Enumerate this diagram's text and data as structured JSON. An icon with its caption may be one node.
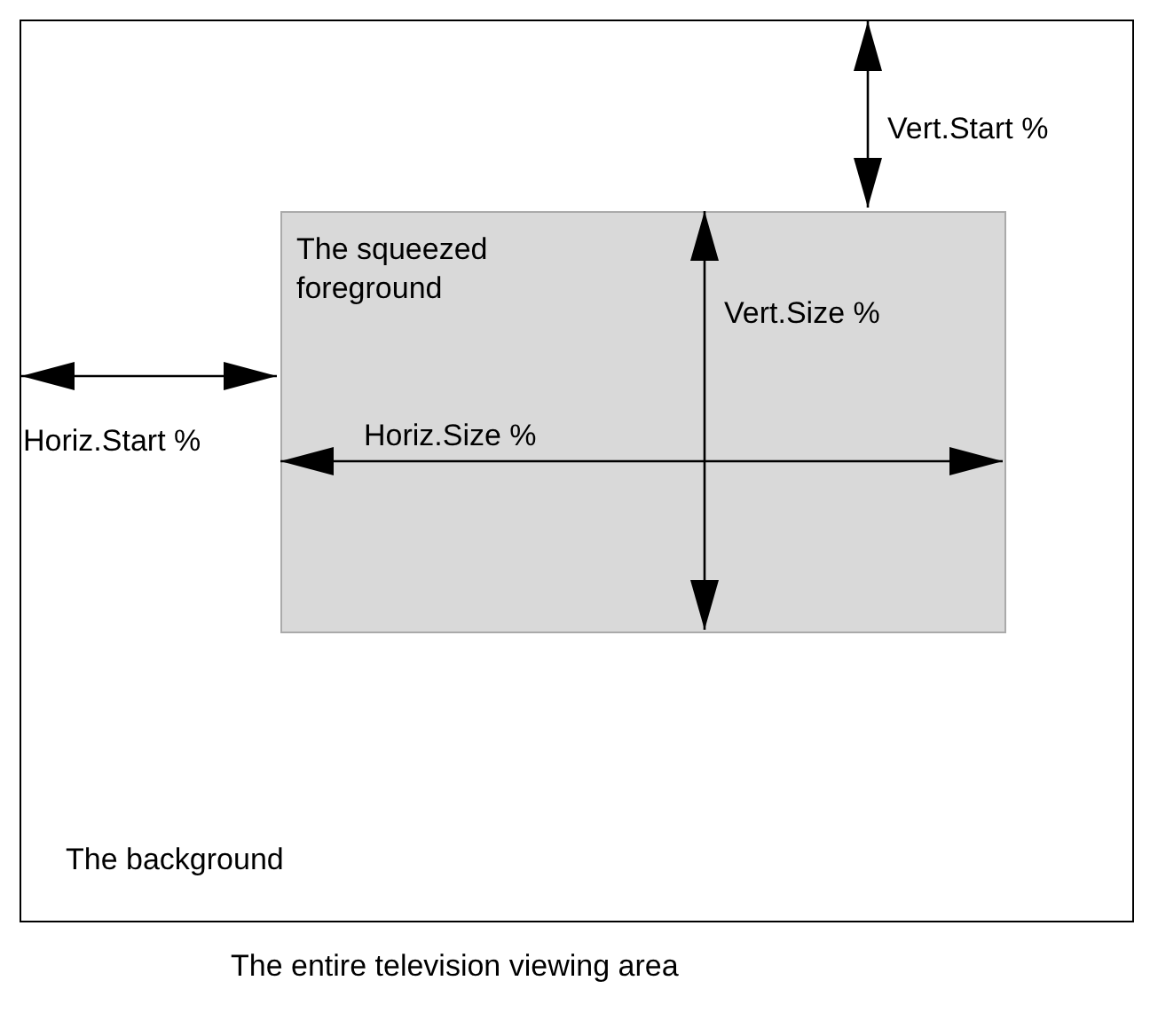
{
  "diagram": {
    "caption": "The entire television viewing area",
    "nodes": [
      {
        "text": [
          "The background"
        ]
      },
      {
        "text": [
          "The squeezed foreground"
        ],
        "in": 0
      }
    ],
    "labels": [
      "Vert.Start %",
      "Vert.Size %",
      "Horiz.Start %",
      "Horiz.Size %"
    ]
  }
}
